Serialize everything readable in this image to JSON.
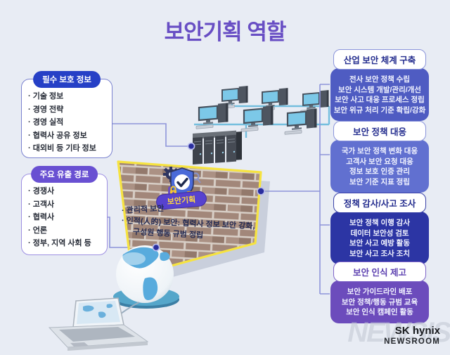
{
  "title": "보안기획 역할",
  "left_boxes": [
    {
      "header": "필수 보호 정보",
      "items": [
        "기술 정보",
        "경영 전략",
        "경영 실적",
        "협력사 공유 정보",
        "대외비 등 기타 정보"
      ]
    },
    {
      "header": "주요 유출 경로",
      "items": [
        "경쟁사",
        "고객사",
        "협력사",
        "언론",
        "정부, 지역 사회 등"
      ]
    }
  ],
  "wall": {
    "badge": "보안기획",
    "lines": [
      "· 관리적 보안",
      "· 인적(人的) 보안: 협력사 정보 보안 강화,",
      "구성원 행동 규범 정립"
    ]
  },
  "right_boxes": [
    {
      "header": "산업 보안 체계 구축",
      "items": [
        "전사 보안 정책 수립",
        "보안 시스템 개발/관리/개선",
        "보안 사고 대응 프로세스 정립",
        "보안 위규 처리 기준 확립/강화"
      ]
    },
    {
      "header": "보안 정책 대응",
      "items": [
        "국가 보안 정책 변화 대응",
        "고객사 보안 요청 대응",
        "정보 보호 인증 관리",
        "보안 기준 지표 정립"
      ]
    },
    {
      "header": "정책 감사/사고 조사",
      "items": [
        "보안 정책 이행 감사",
        "데이터 보안성 검토",
        "보안 사고 예방 활동",
        "보안 사고 조사 조치"
      ]
    },
    {
      "header": "보안 인식 제고",
      "items": [
        "보안 가이드라인 배포",
        "보안 정책/행동 규범 교육",
        "보안 인식 캠페인 활동"
      ]
    }
  ],
  "footer": {
    "watermark": "NEWSIS",
    "brand_sk": "SK",
    "brand_hynix": "hynix",
    "brand_sub": "NEWSROOM"
  },
  "icons": {
    "wall_emblem": "security-shield-check-emblem",
    "graphics": [
      "desktop-computer",
      "server-rack",
      "globe",
      "laptop"
    ]
  },
  "colors": {
    "background": "#e8ecf4",
    "title": "#684ec4",
    "left_pill_1": "#2640c6",
    "left_pill_2": "#6950d2",
    "right_body_1": "#4f5cc2",
    "right_body_2": "#6170d0",
    "right_body_3": "#2c35a4",
    "right_body_4": "#6c4cbc",
    "wall_border_yellow": "#f6e340",
    "badge_bg": "#5742cf",
    "badge_text": "#ffd940",
    "connector": "#8e94da",
    "network_line": "#74bede",
    "teal_line": "#3e8cab"
  }
}
